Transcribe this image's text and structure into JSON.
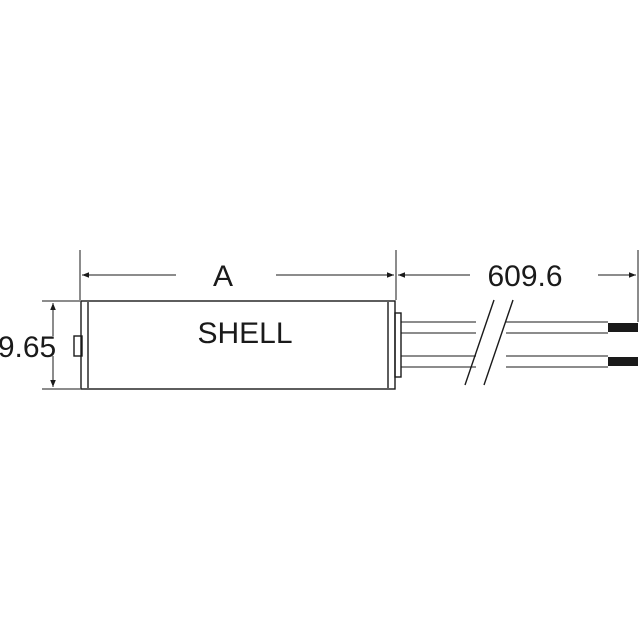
{
  "dimensions": {
    "length_label": "A",
    "lead_length_label": "609.6",
    "diameter_label": "9.65"
  },
  "body": {
    "label": "SHELL"
  }
}
